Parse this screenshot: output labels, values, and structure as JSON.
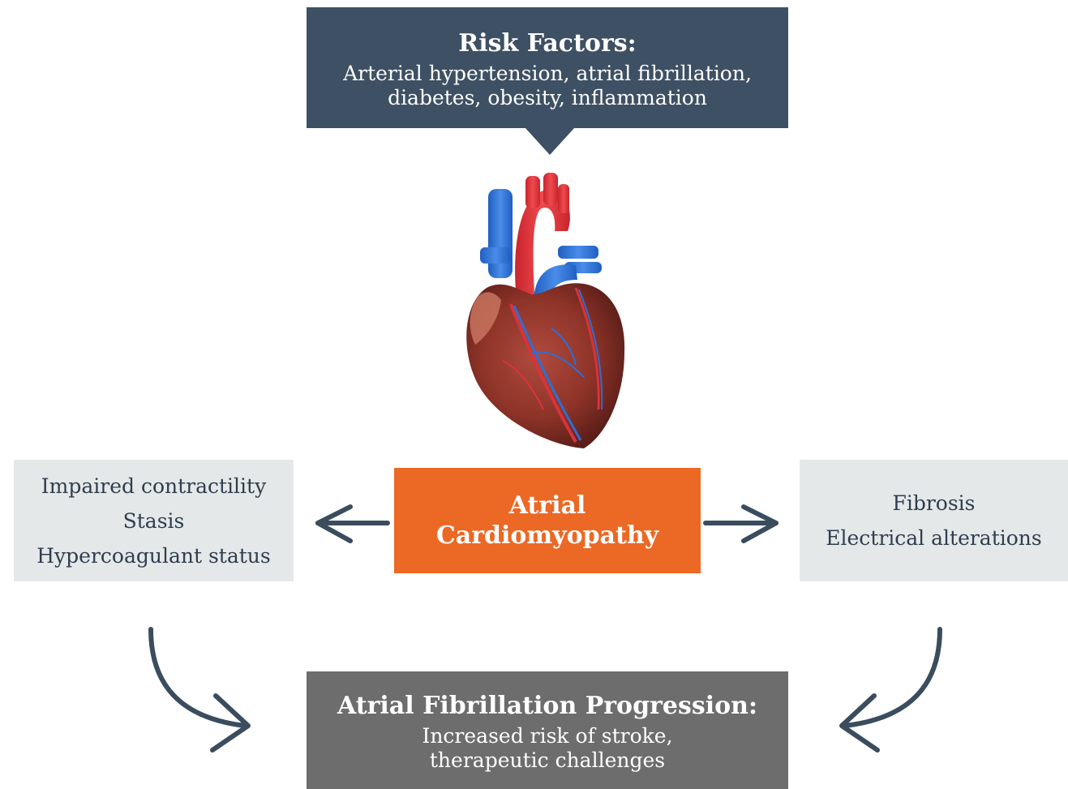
{
  "colors": {
    "risk_box": "#3e5063",
    "center_box": "#ec6825",
    "side_boxes": "#e5e8e9",
    "progress_box": "#6d6d6d",
    "arrows": "#3a4c5e"
  },
  "risk_factors": {
    "title": "Risk Factors:",
    "lines": [
      "Arterial hypertension, atrial fibrillation,",
      "diabetes, obesity, inflammation"
    ]
  },
  "center": {
    "lines": [
      "Atrial",
      "Cardiomyopathy"
    ]
  },
  "left_effects": {
    "items": [
      "Impaired contractility",
      "Stasis",
      "Hypercoagulant status"
    ]
  },
  "right_effects": {
    "items": [
      "Fibrosis",
      "Electrical alterations"
    ]
  },
  "progression": {
    "title": "Atrial Fibrillation Progression:",
    "lines": [
      "Increased risk of stroke,",
      "therapeutic challenges"
    ]
  },
  "icons": {
    "heart": "heart-illustration-icon",
    "left_arrow": "arrow-left-icon",
    "right_arrow": "arrow-right-icon",
    "curved_arrow_left": "curved-arrow-down-right-icon",
    "curved_arrow_right": "curved-arrow-down-left-icon"
  }
}
